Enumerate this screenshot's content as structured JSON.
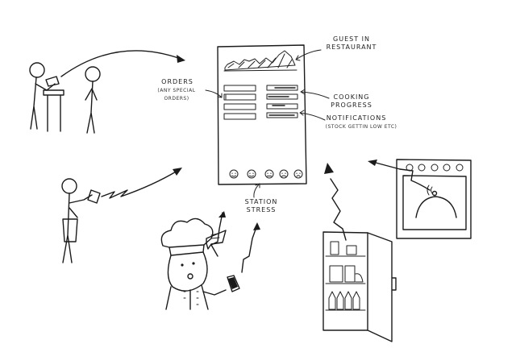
{
  "labels": {
    "guest": "GUEST IN\nRESTAURANT",
    "orders": "ORDERS",
    "orders_sub": "(ANY SPECIAL\nORDERS)",
    "cooking": "COOKING\nPROGRESS",
    "notifications": "NOTIFICATIONS",
    "notifications_sub": "(STOCK GETTIN LOW ETC)",
    "station": "STATION\nSTRESS"
  }
}
